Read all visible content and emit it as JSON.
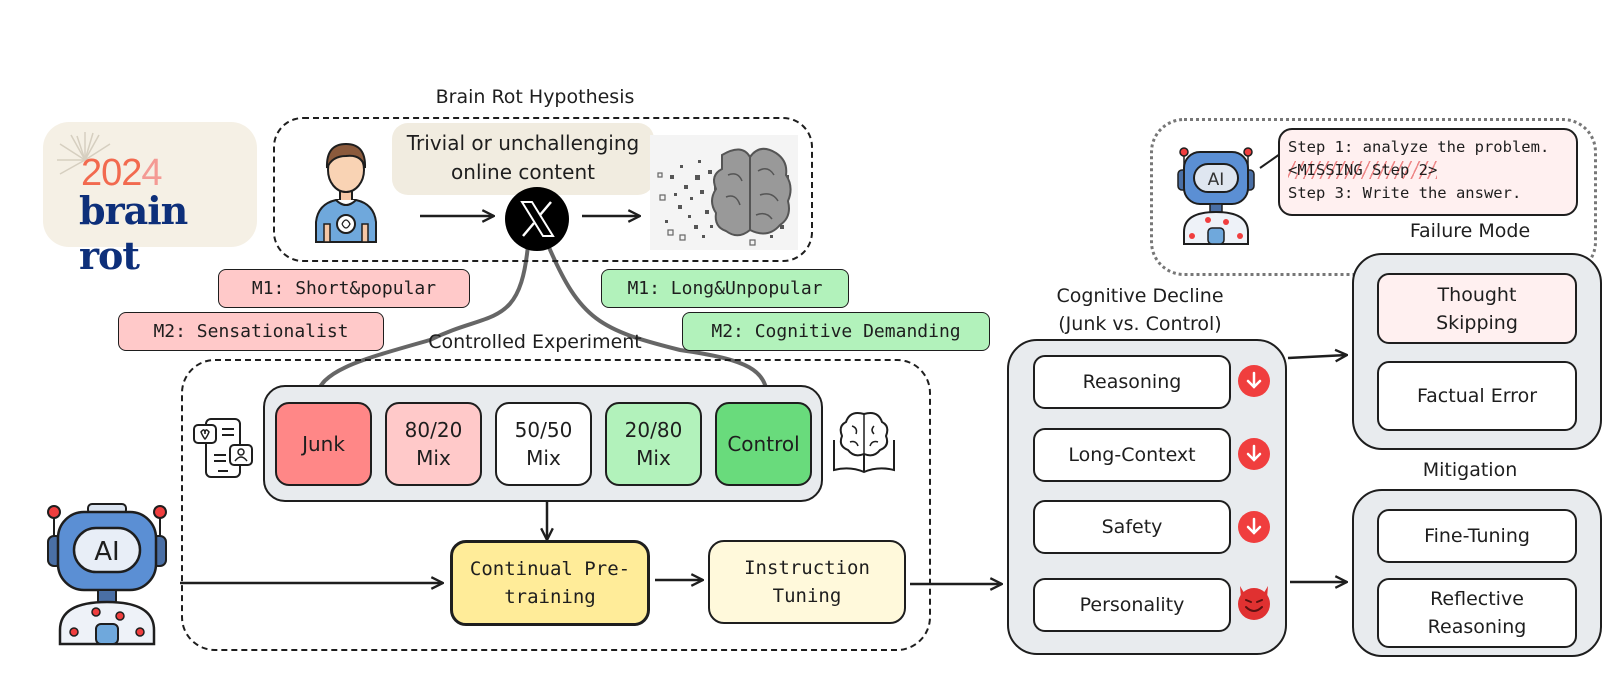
{
  "logo": {
    "year": "2024",
    "name": "brain rot"
  },
  "hypothesis": {
    "title": "Brain Rot Hypothesis",
    "content_label_line1": "Trivial or unchallenging",
    "content_label_line2": "online content",
    "icons": [
      "person-icon",
      "x-logo-icon",
      "disintegrating-brain-icon"
    ]
  },
  "metrics": {
    "junk": [
      {
        "label": "M1: Short&popular"
      },
      {
        "label": "M2: Sensationalist"
      }
    ],
    "control": [
      {
        "label": "M1: Long&Unpopular"
      },
      {
        "label": "M2: Cognitive Demanding"
      }
    ]
  },
  "experiment": {
    "title": "Controlled Experiment",
    "mixtures": [
      {
        "line1": "Junk",
        "line2": "",
        "color": "#ff8787"
      },
      {
        "line1": "80/20",
        "line2": "Mix",
        "color": "#ffc9c9"
      },
      {
        "line1": "50/50",
        "line2": "Mix",
        "color": "#ffffff"
      },
      {
        "line1": "20/80",
        "line2": "Mix",
        "color": "#b2f2bb"
      },
      {
        "line1": "Control",
        "line2": "",
        "color": "#69db7c"
      }
    ],
    "stages": [
      {
        "line1": "Continual Pre-",
        "line2": "training",
        "color": "#ffec99"
      },
      {
        "line1": "Instruction",
        "line2": "Tuning",
        "color": "#fff9db"
      }
    ]
  },
  "decline": {
    "title_line1": "Cognitive Decline",
    "title_line2": "(Junk vs. Control)",
    "items": [
      {
        "label": "Reasoning",
        "indicator": "down-arrow"
      },
      {
        "label": "Long-Context",
        "indicator": "down-arrow"
      },
      {
        "label": "Safety",
        "indicator": "down-arrow"
      },
      {
        "label": "Personality",
        "indicator": "devil"
      }
    ]
  },
  "failure_mode": {
    "title": "Failure Mode",
    "bubble": {
      "step1": "Step 1: analyze the problem.",
      "missing": "<MISSING Step 2>",
      "step3": "Step 3: Write the answer."
    },
    "items": [
      {
        "line1": "Thought",
        "line2": "Skipping",
        "color": "#fff0f0"
      },
      {
        "line1": "Factual Error",
        "line2": "",
        "color": "#ffffff"
      }
    ]
  },
  "mitigation": {
    "title": "Mitigation",
    "items": [
      {
        "line1": "Fine-Tuning",
        "line2": ""
      },
      {
        "line1": "Reflective",
        "line2": "Reasoning"
      }
    ]
  },
  "colors": {
    "junk_red": "#ff8787",
    "light_red": "#ffc9c9",
    "light_green": "#b2f2bb",
    "control_green": "#69db7c",
    "pretrain_yellow": "#ffec99",
    "instruct_yellow": "#fff9db",
    "decline_red": "#f03e3e",
    "panel_gray": "#e8ebee"
  }
}
